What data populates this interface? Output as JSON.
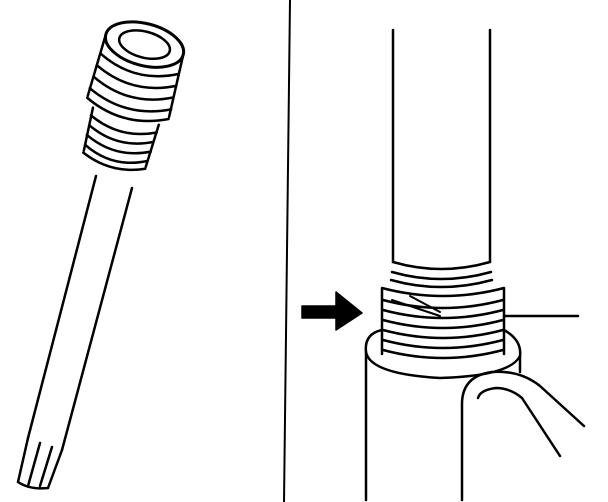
{
  "figure": {
    "background_color": "#ffffff",
    "ink_color": "#000000",
    "panels": [
      {
        "name": "left-panel",
        "content": "threaded-nozzle-on-tube"
      },
      {
        "name": "right-panel",
        "content": "threaded-coupling-on-pipe"
      }
    ],
    "indicator": {
      "icon": "arrow-right-icon",
      "points_to": "thread"
    }
  }
}
